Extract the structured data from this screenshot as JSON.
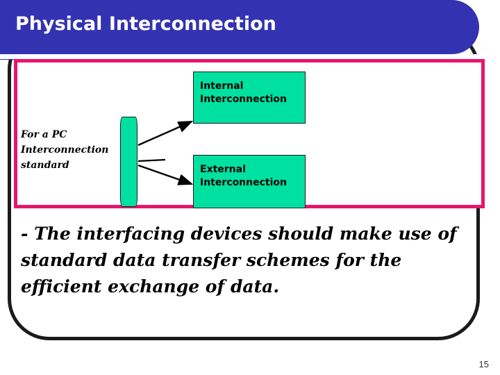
{
  "slide": {
    "title": "Physical Interconnection",
    "page_number": "15",
    "colors": {
      "banner_blue": "#3333b2",
      "frame_pink": "#e8156b",
      "box_green": "#00e0a0",
      "outline_black": "#1a1a1a",
      "title_white": "#ffffff"
    }
  },
  "diagram": {
    "caption": "For a PC Interconnection standard",
    "bracket_name": "bracket-shape",
    "boxes": [
      {
        "id": "internal",
        "label": "Internal Interconnection"
      },
      {
        "id": "external",
        "label": "External Interconnection"
      }
    ],
    "connectors": [
      {
        "from": "bracket",
        "to": "internal"
      },
      {
        "from": "bracket",
        "to": "external"
      }
    ]
  },
  "body": {
    "paragraph": "- The interfacing devices should make use of standard data transfer schemes for the efficient exchange of data."
  }
}
